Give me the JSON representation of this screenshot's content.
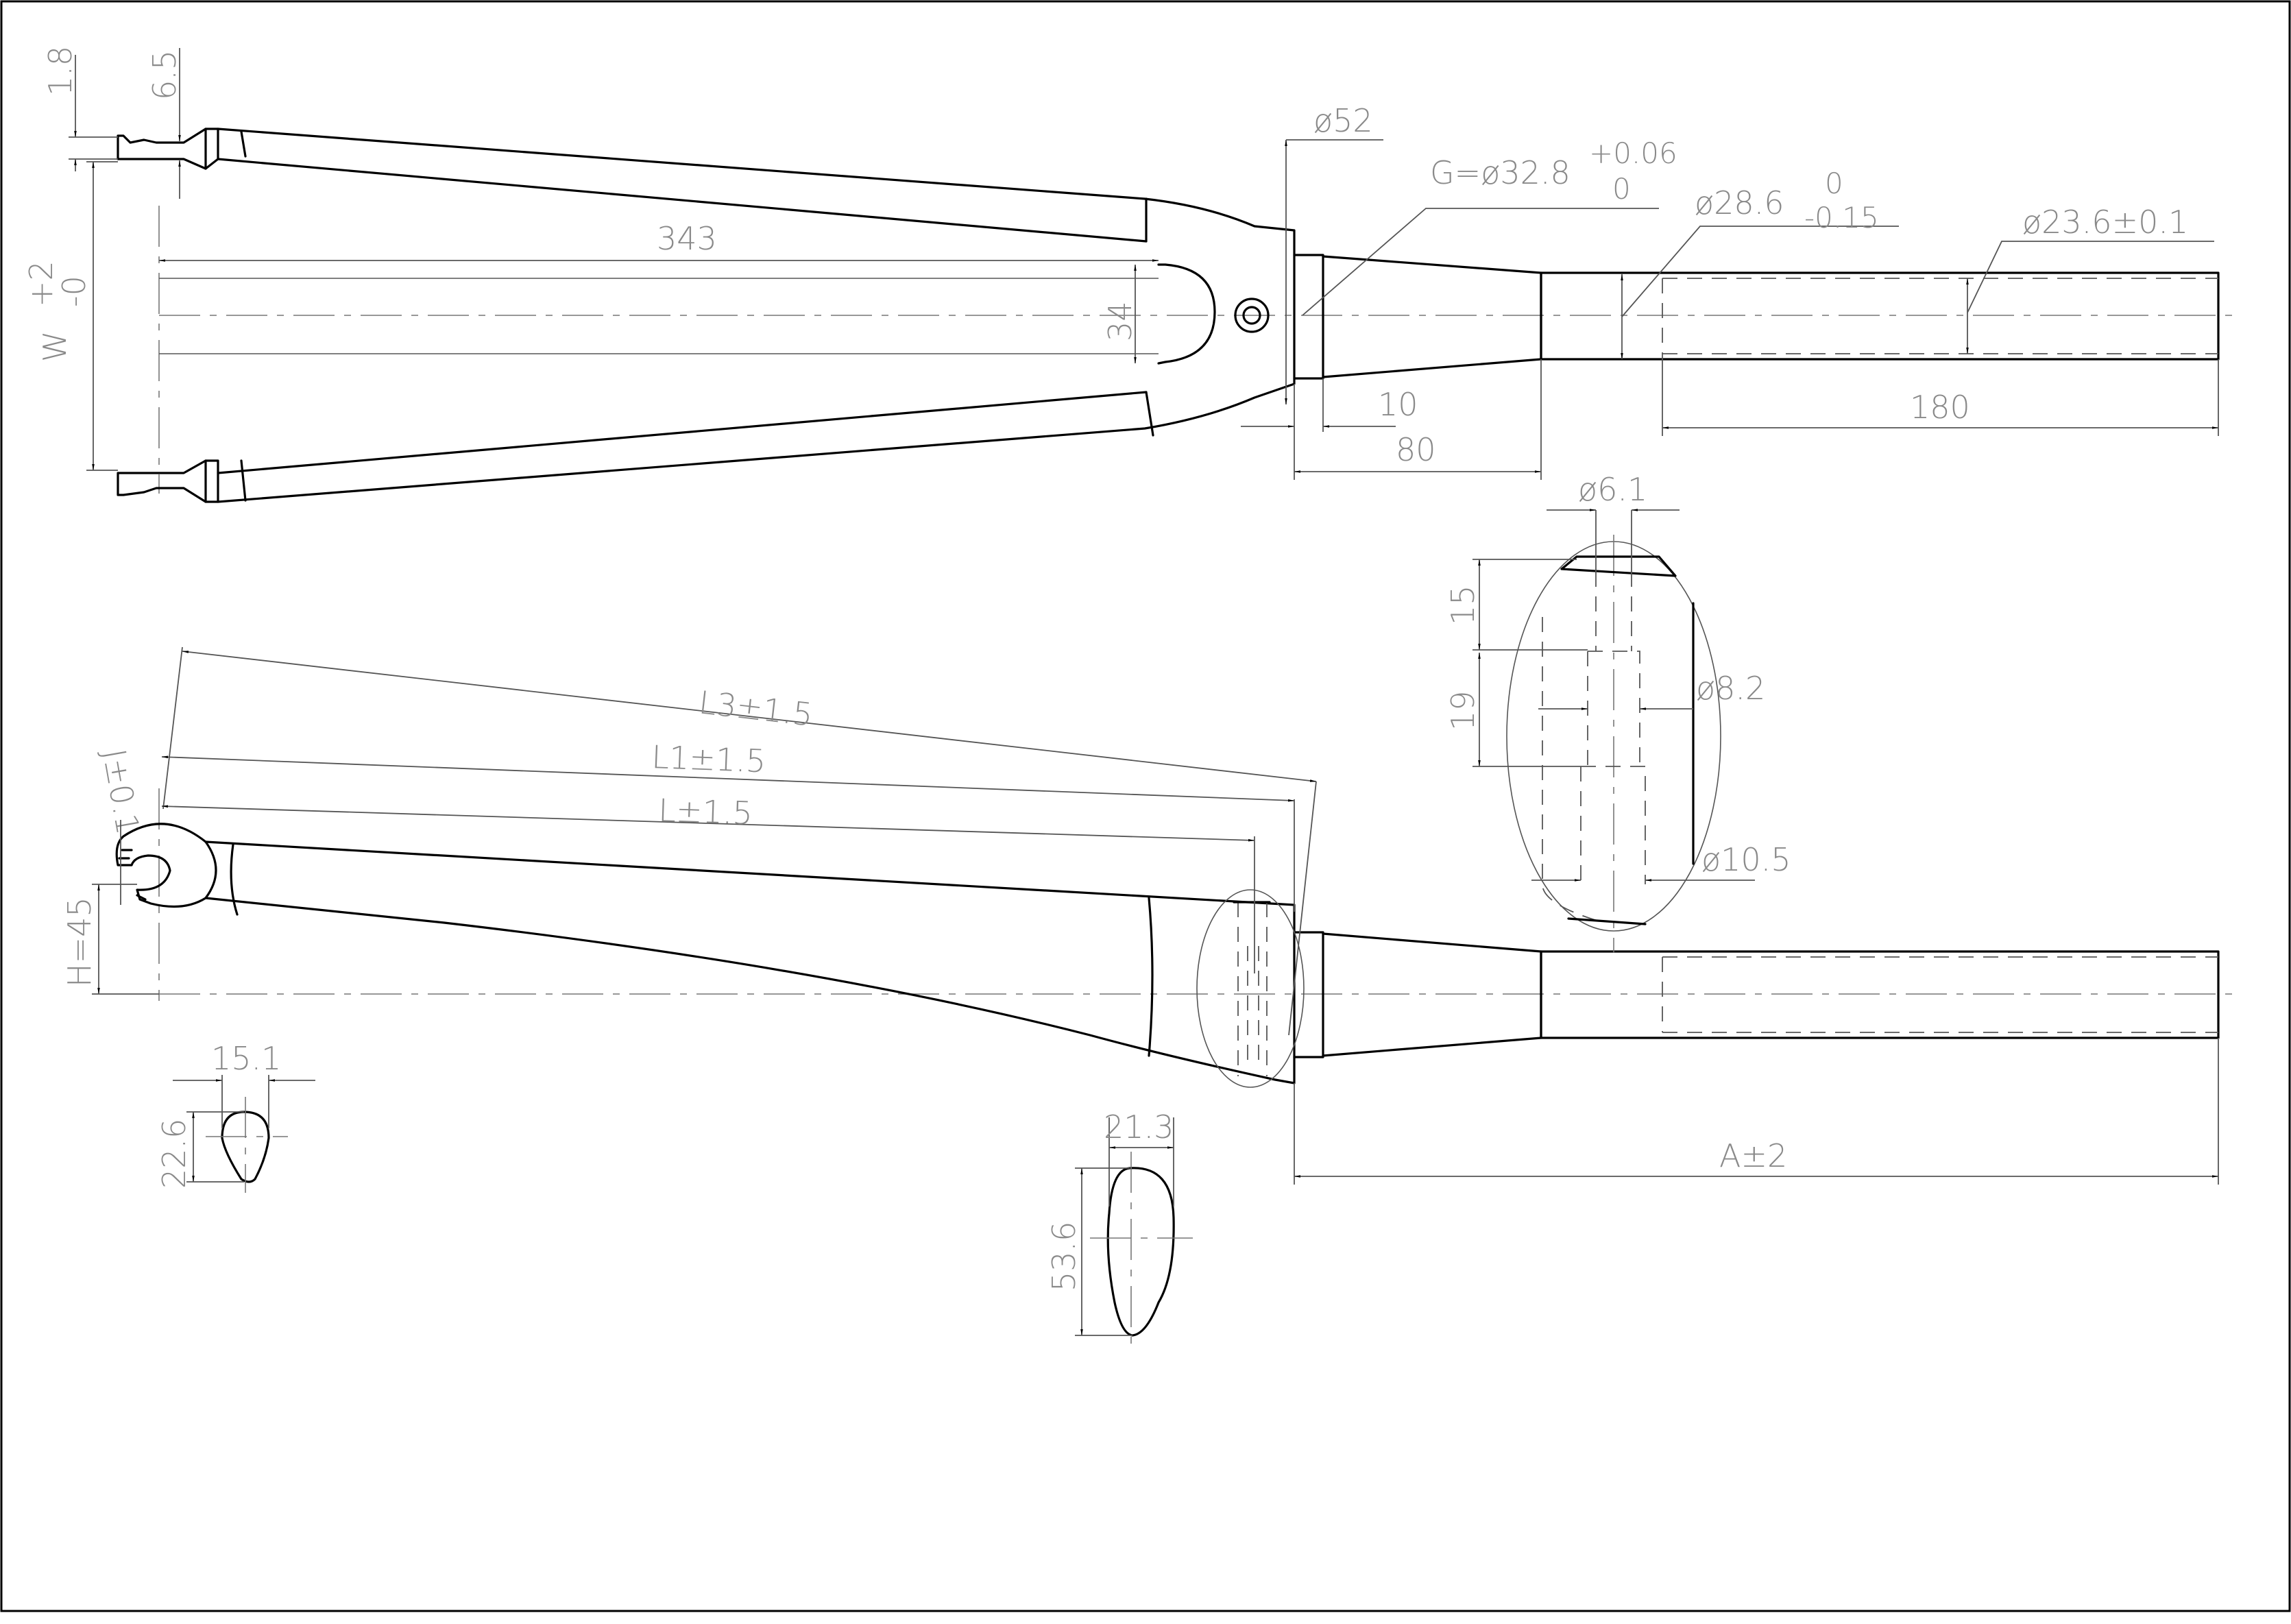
{
  "drawing": {
    "dimensions": {
      "d_1_8": "1.8",
      "d_6_5": "6.5",
      "d_343": "343",
      "d_34": "34",
      "d_phi52": "ø52",
      "d_g": "G=ø32.8",
      "d_g_upper": "+0.06",
      "d_g_lower": "0",
      "d_phi28": "ø28.6",
      "d_phi28_upper": "0",
      "d_phi28_lower": "-0.15",
      "d_phi23": "ø23.6±0.1",
      "d_10": "10",
      "d_80": "80",
      "d_180": "180",
      "d_w": "W",
      "d_w_upper": "+2",
      "d_w_lower": "-0",
      "d_phi6": "ø6.1",
      "d_15": "15",
      "d_19": "19",
      "d_phi8": "ø8.2",
      "d_phi10": "ø10.5",
      "d_l3": "L3±1.5",
      "d_l1": "L1±1.5",
      "d_l": "L±1.5",
      "d_j": "J±0.1",
      "d_h": "H=45",
      "d_15_1": "15.1",
      "d_22_6": "22.6",
      "d_21_3": "21.3",
      "d_53_6": "53.6",
      "d_a": "A±2"
    }
  }
}
